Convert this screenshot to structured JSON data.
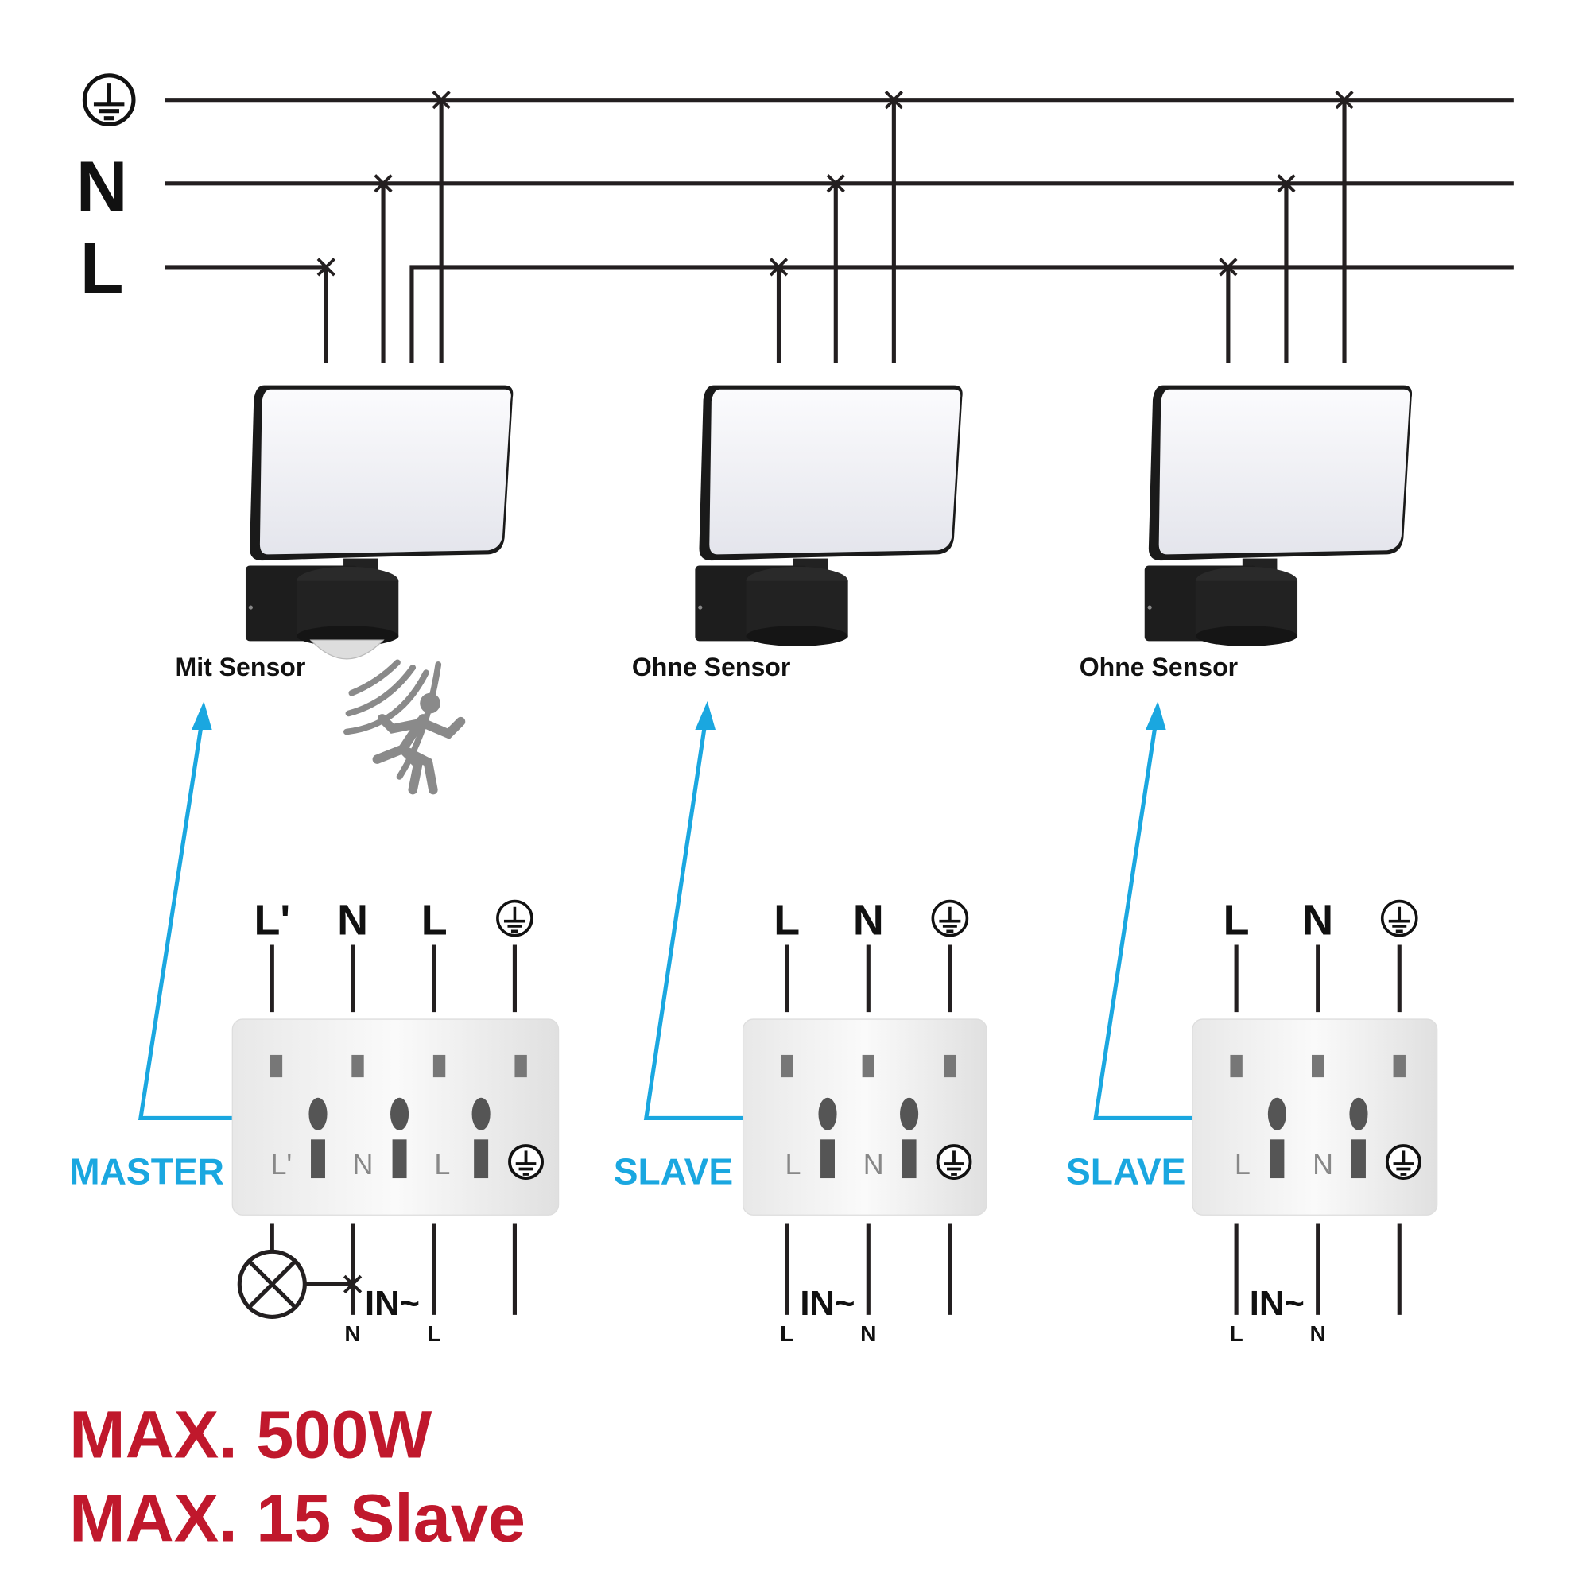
{
  "bus": {
    "pe_symbol": "earth-ground",
    "n_label": "N",
    "l_label": "L"
  },
  "lamps": [
    {
      "label": "Mit Sensor",
      "role": "MASTER",
      "terminals_top": [
        "L'",
        "N",
        "L",
        "⏚"
      ],
      "terminals_bottom": [
        "N",
        "L"
      ],
      "in_label": "IN~",
      "connector_labels": [
        "L'",
        "N",
        "L"
      ]
    },
    {
      "label": "Ohne Sensor",
      "role": "SLAVE",
      "terminals_top": [
        "L",
        "N",
        "⏚"
      ],
      "terminals_bottom": [
        "L",
        "N"
      ],
      "in_label": "IN~",
      "connector_labels": [
        "L",
        "N"
      ]
    },
    {
      "label": "Ohne Sensor",
      "role": "SLAVE",
      "terminals_top": [
        "L",
        "N",
        "⏚"
      ],
      "terminals_bottom": [
        "L",
        "N"
      ],
      "in_label": "IN~",
      "connector_labels": [
        "L",
        "N"
      ]
    }
  ],
  "notes": {
    "max_power": "MAX. 500W",
    "max_slaves": "MAX. 15 Slave"
  },
  "colors": {
    "accent_blue": "#1aa7e0",
    "warning_red": "#c0182c",
    "wire": "#231f20"
  }
}
